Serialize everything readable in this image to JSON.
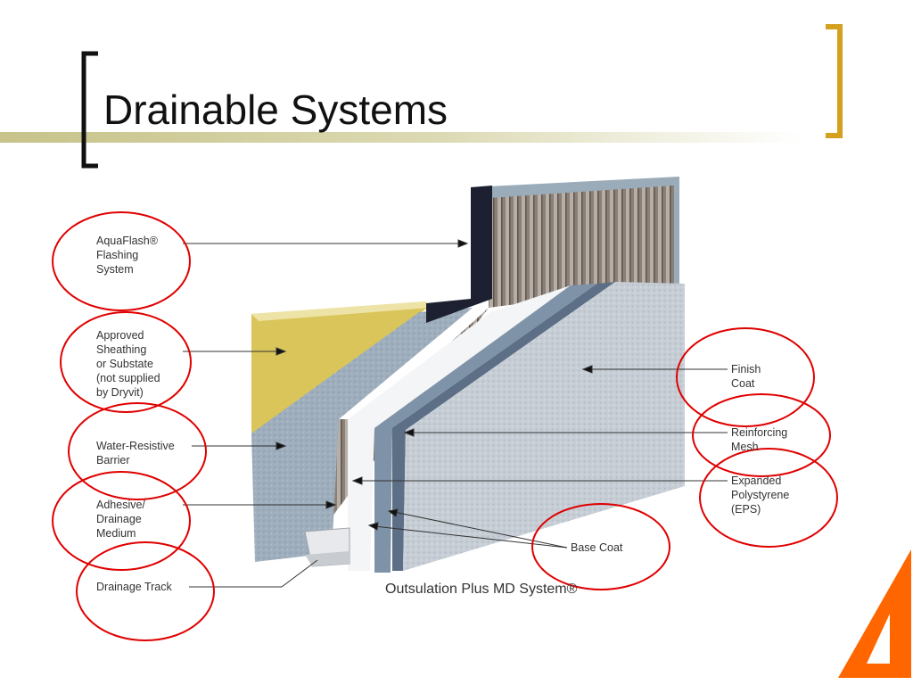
{
  "slide": {
    "title": "Drainable Systems",
    "caption": "Outsulation Plus MD System®"
  },
  "labels": {
    "aquaflash": [
      "AquaFlash®",
      "Flashing",
      "System"
    ],
    "sheathing": [
      "Approved",
      "Sheathing",
      "or Substate",
      "(not supplied",
      "by Dryvit)"
    ],
    "barrier": [
      "Water-Resistive",
      "Barrier"
    ],
    "adhesive": [
      "Adhesive/",
      "Drainage",
      "Medium"
    ],
    "track": [
      "Drainage Track"
    ],
    "finish": [
      "Finish",
      "Coat"
    ],
    "mesh": [
      "Reinforcing",
      "Mesh"
    ],
    "eps": [
      "Expanded",
      "Polystyrene",
      "(EPS)"
    ],
    "basecoat": [
      "Base Coat"
    ]
  },
  "colors": {
    "accent_gold": "#d4a020",
    "bar_olive": "#c7c38a",
    "circle_red": "#e00000",
    "logo_orange": "#ff6600",
    "stucco": "#c8cfd6",
    "sheathing_yellow": "#d8c45a",
    "eps_white": "#f4f6f8",
    "flashing_black": "#1a1e2a"
  }
}
